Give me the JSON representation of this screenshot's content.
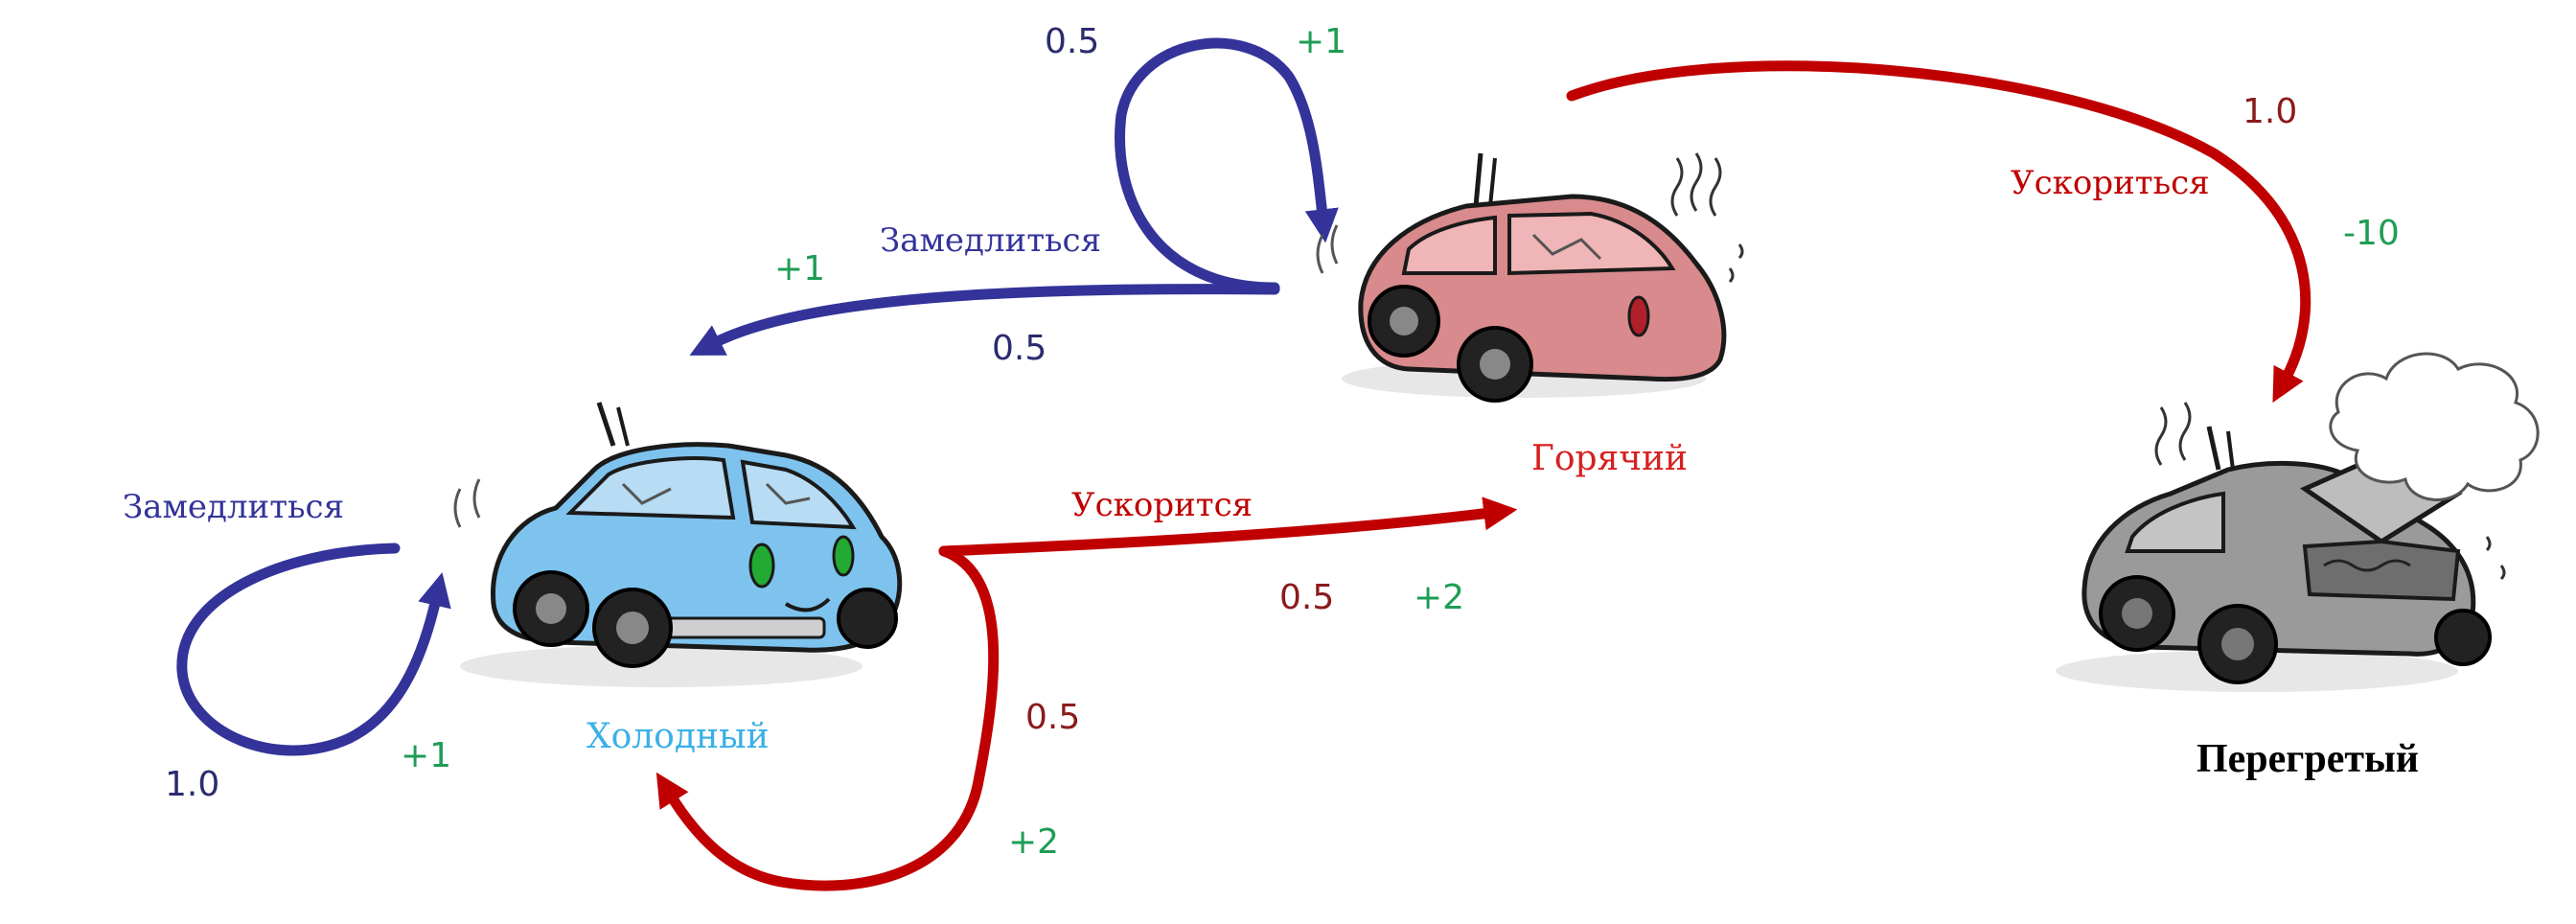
{
  "colors": {
    "blue_arrow": "#33339a",
    "red_arrow": "#c00000",
    "prob_blue": "#2b2b6e",
    "prob_red": "#8b1a1a",
    "reward": "#1f9d55",
    "cool_label": "#3ab0e8",
    "warm_label": "#d62020",
    "overheated_label": "#000000",
    "car_cool": "#7ec3ee",
    "car_warm": "#d98a8c",
    "car_overheated": "#9a9a9a"
  },
  "states": {
    "cool": {
      "label": "Холодный"
    },
    "warm": {
      "label": "Горячий"
    },
    "overheated": {
      "label": "Перегретый"
    }
  },
  "transitions": {
    "cool_slow": {
      "action": "Замедлиться",
      "prob": "1.0",
      "reward": "+1"
    },
    "cool_fast_to_cool": {
      "prob": "0.5",
      "reward": "+2"
    },
    "cool_fast_to_warm": {
      "action": "Ускорится",
      "prob": "0.5",
      "reward": "+2"
    },
    "warm_slow_to_warm": {
      "prob": "0.5",
      "reward": "+1"
    },
    "warm_slow_to_cool": {
      "action": "Замедлиться",
      "prob": "0.5",
      "reward": "+1"
    },
    "warm_fast_to_overheated": {
      "action": "Ускориться",
      "prob": "1.0",
      "reward": "-10"
    }
  }
}
